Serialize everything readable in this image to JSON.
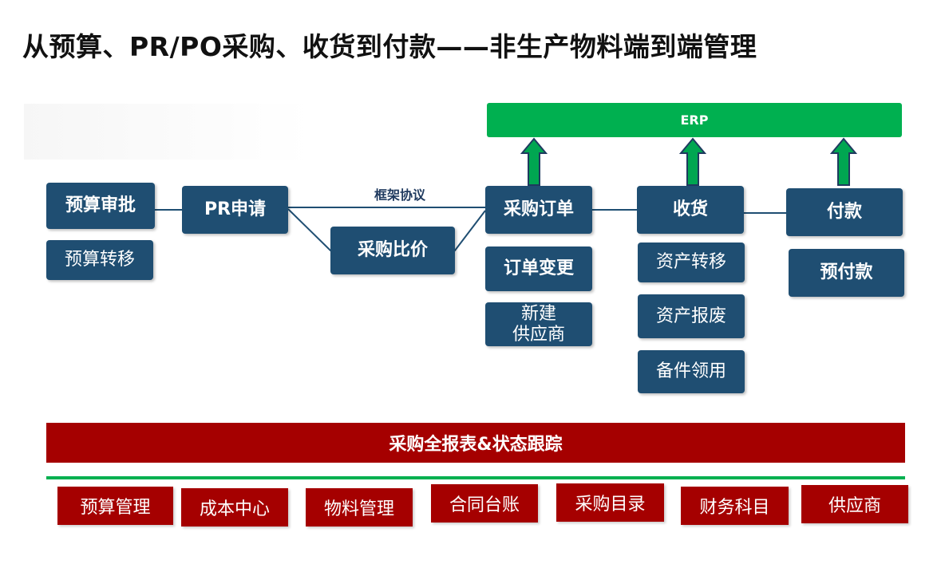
{
  "title": "从预算、PR/PO采购、收货到付款——非生产物料端到端管理",
  "erp": "ERP",
  "boxes": {
    "budget_approval": "预算审批",
    "budget_transfer": "预算转移",
    "pr_request": "PR申请",
    "price_compare": "采购比价",
    "framework_agreement": "框架协议",
    "purchase_order": "采购订单",
    "order_change": "订单变更",
    "new_supplier_line1": "新建",
    "new_supplier_line2": "供应商",
    "receiving": "收货",
    "asset_transfer": "资产转移",
    "asset_scrap": "资产报废",
    "spare_parts": "备件领用",
    "payment": "付款",
    "prepayment": "预付款"
  },
  "report_bar": "采购全报表&状态跟踪",
  "master_data": [
    "预算管理",
    "成本中心",
    "物料管理",
    "合同台账",
    "采购目录",
    "财务科目",
    "供应商"
  ],
  "colors": {
    "box_blue": "#1f4e72",
    "erp_green": "#00b050",
    "report_red": "#a50000",
    "arrow_green": "#00a651",
    "arrow_outline": "#1f3a5f"
  }
}
